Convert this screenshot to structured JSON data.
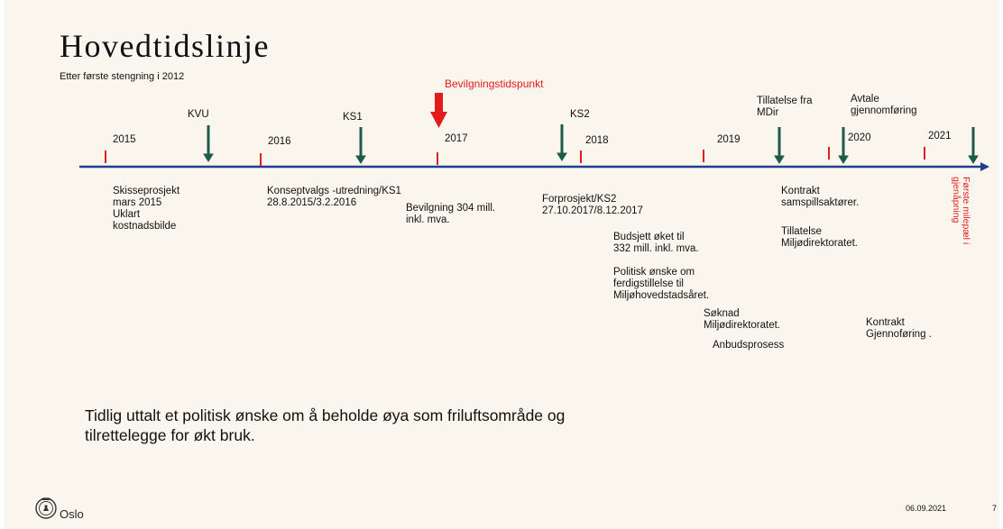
{
  "title": "Hovedtidslinje",
  "subtitle": "Etter første stengning i 2012",
  "funding_point_label": "Bevilgningstidspunkt",
  "colors": {
    "axis": "#1f3f8f",
    "milestone_arrow": "#1d5a4a",
    "tick": "#e21b1b",
    "highlight": "#e21b1b"
  },
  "years": [
    "2015",
    "2016",
    "2017",
    "2018",
    "2019",
    "2020",
    "2021"
  ],
  "milestones": [
    "KVU",
    "KS1",
    "KS2",
    "Tillatelse fra\nMDir",
    "Avtale\ngjennomføring"
  ],
  "notes": {
    "skisseprosjekt": "Skisseprosjekt\nmars 2015\nUklart\nkostnadsbilde",
    "konseptvalg": "Konseptvalgs -utredning/KS1\n28.8.2015/3.2.2016",
    "bevilgning": "Bevilgning 304 mill.\ninkl. mva.",
    "forprosjekt": "Forprosjekt/KS2\n27.10.2017/8.12.2017",
    "budsjett": "Budsjett øket til\n332 mill. inkl. mva.",
    "politisk": "Politisk ønske om\nferdigstillelse til\nMiljøhovedstadsåret.",
    "soknad": "Søknad\nMiljødirektoratet.",
    "anbud": "Anbudsprosess",
    "kontrakt_samspill": "Kontrakt\nsamspillsaktører.",
    "tillatelse_milj": "Tillatelse\nMiljødirektoratet.",
    "kontrakt_gjennom": "Kontrakt\nGjennoføring ."
  },
  "first_milestone_label": "Første milepæl i\ngjenåpning",
  "statement": "Tidlig uttalt et politisk ønske om å beholde øya som friluftsområde og\ntilrettelegge for økt bruk.",
  "footer": {
    "brand": "Oslo",
    "date": "06.09.2021",
    "page": "7"
  },
  "icons": {
    "logo": "oslo-seal-icon"
  }
}
